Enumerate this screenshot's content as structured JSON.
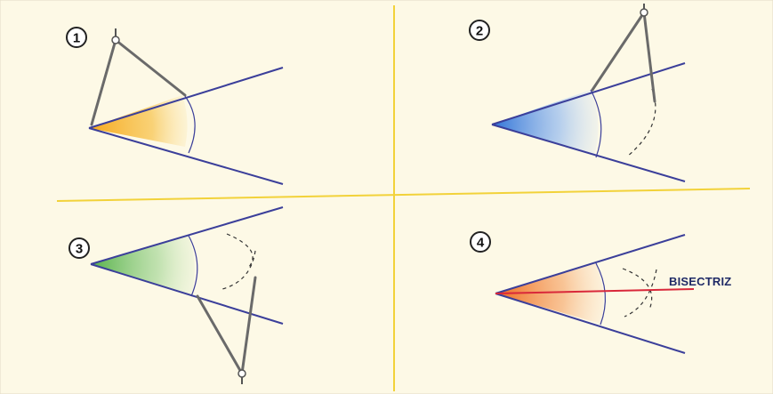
{
  "steps": [
    {
      "number": "1"
    },
    {
      "number": "2"
    },
    {
      "number": "3"
    },
    {
      "number": "4"
    }
  ],
  "bisector_label": "BISECTRIZ",
  "colors": {
    "background": "#fdf9e6",
    "divider": "#f2d23a",
    "angle_lines": "#3b3f9a",
    "fill_step1": "#f6a81c",
    "fill_step2": "#2f73d8",
    "fill_step3": "#56b24a",
    "fill_step4": "#ee6a1e",
    "bisector": "#d9283a"
  }
}
